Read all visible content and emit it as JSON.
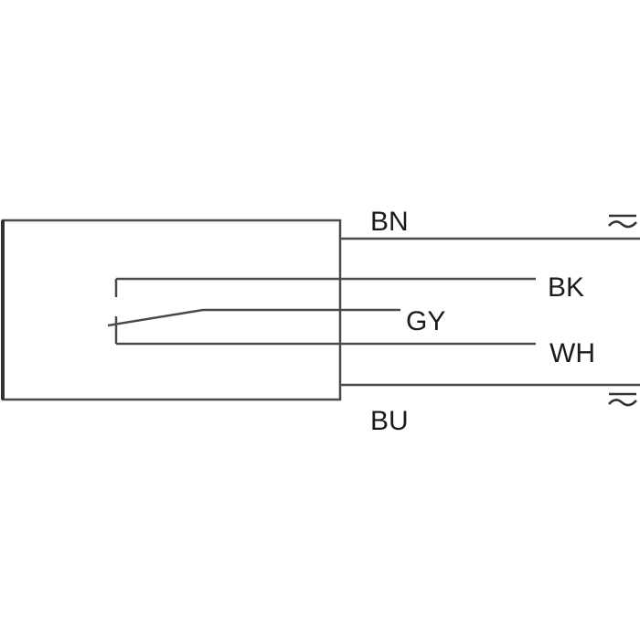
{
  "diagram": {
    "wires": {
      "bn": {
        "label": "BN"
      },
      "bk": {
        "label": "BK"
      },
      "gy": {
        "label": "GY"
      },
      "wh": {
        "label": "WH"
      },
      "bu": {
        "label": "BU"
      }
    },
    "supply_symbol": "≂",
    "colors": {
      "stroke": "#4a4a4a",
      "text": "#1a1a1a",
      "background": "#ffffff"
    }
  }
}
